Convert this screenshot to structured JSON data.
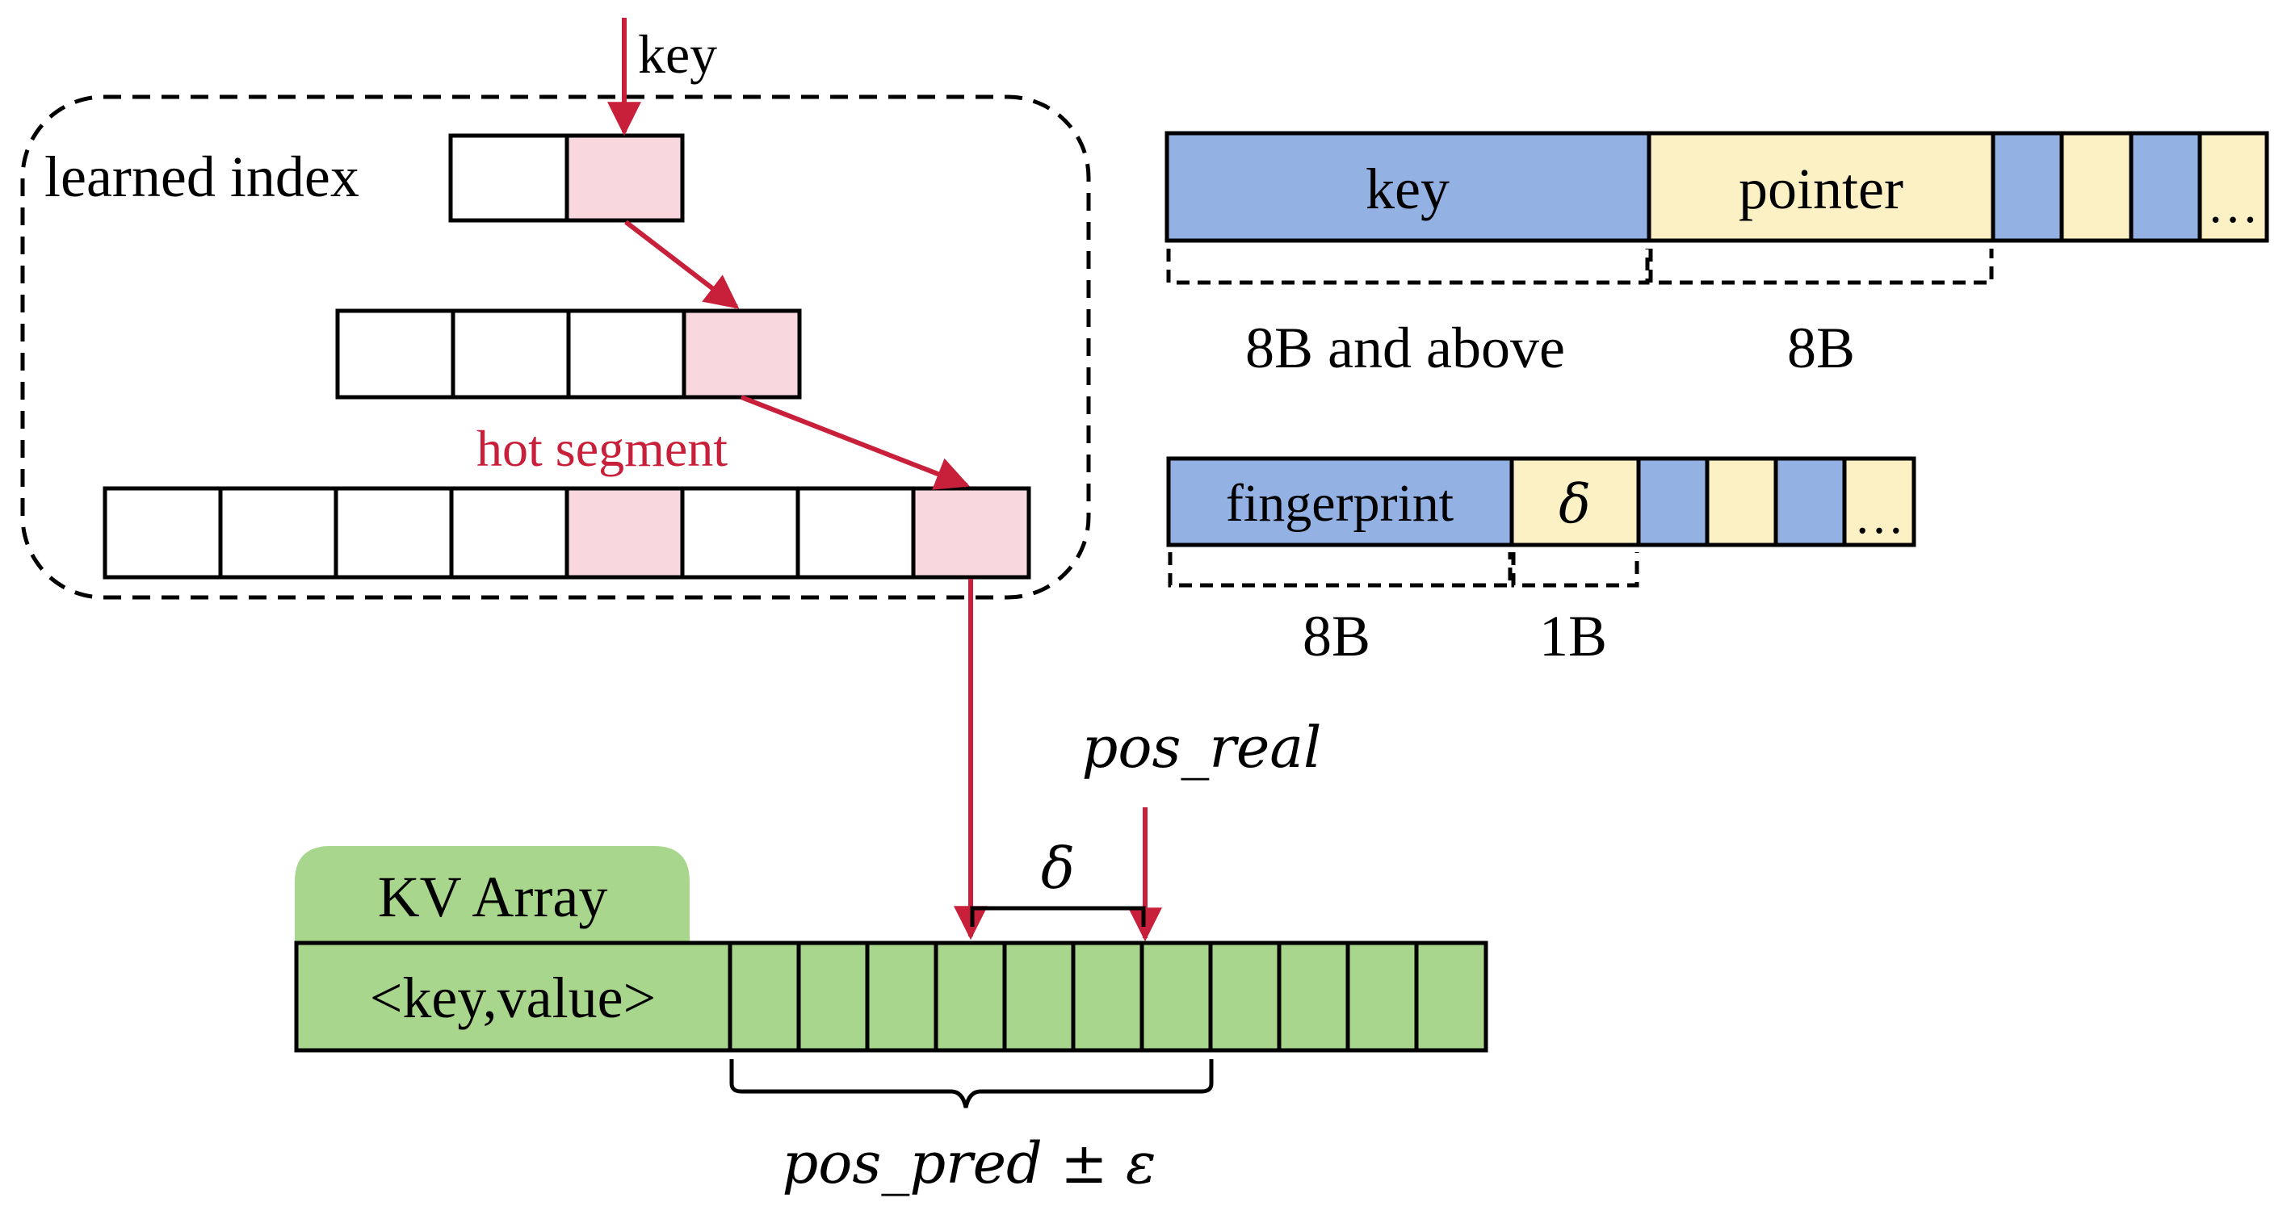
{
  "labels": {
    "key_in": "key",
    "learned_index": "learned index",
    "hot_segment": "hot segment",
    "pos_real": "pos_real",
    "delta": "δ",
    "kv_array": "KV Array",
    "kv_pair": "<key,value>",
    "pos_pred": "pos_pred ± ε"
  },
  "layout_top": {
    "key": "key",
    "pointer": "pointer",
    "ellipsis": "…",
    "size_key": "8B and above",
    "size_pointer": "8B"
  },
  "layout_bottom": {
    "fingerprint": "fingerprint",
    "delta": "δ",
    "ellipsis": "…",
    "size_fingerprint": "8B",
    "size_delta": "1B"
  },
  "colors": {
    "hot": "#f8d7de",
    "arrow": "#c8203a",
    "blue": "#94b1e3",
    "yellow": "#fcf1c5",
    "green": "#a9d68d"
  }
}
